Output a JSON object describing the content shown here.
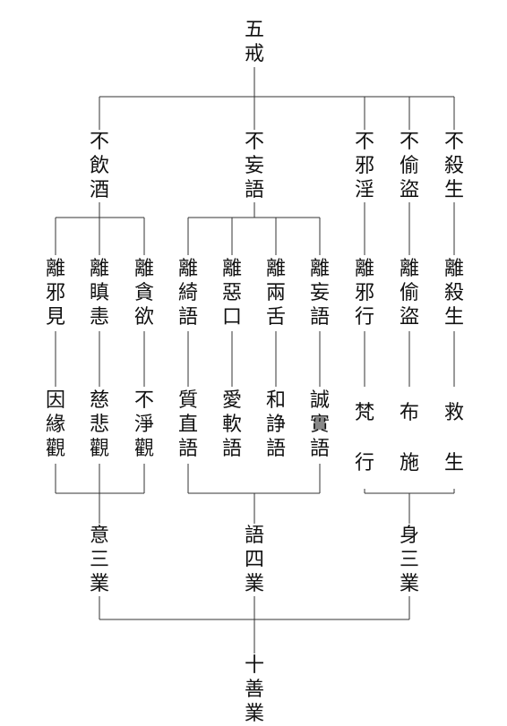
{
  "root": "五戒",
  "precepts": {
    "drink": "不飲酒",
    "lie": "不妄語",
    "lust": "不邪淫",
    "steal": "不偷盜",
    "kill": "不殺生"
  },
  "abstain": {
    "wrong_view": "離邪見",
    "anger": "離瞋恚",
    "greed": "離貪欲",
    "frivolous": "離綺語",
    "harsh": "離惡口",
    "divisive": "離兩舌",
    "false": "離妄語",
    "misconduct": "離邪行",
    "theft": "離偷盜",
    "killing": "離殺生"
  },
  "practice": {
    "causation": "因緣觀",
    "compassion": "慈悲觀",
    "impurity": "不淨觀",
    "honest": "質直語",
    "gentle": "愛軟語",
    "harmonious": "和諍語",
    "truthful": "誠實語",
    "pure": "梵行",
    "giving": "布施",
    "saving": "救生"
  },
  "karma": {
    "mind": "意三業",
    "speech": "語四業",
    "body": "身三業"
  },
  "final": "十善業"
}
